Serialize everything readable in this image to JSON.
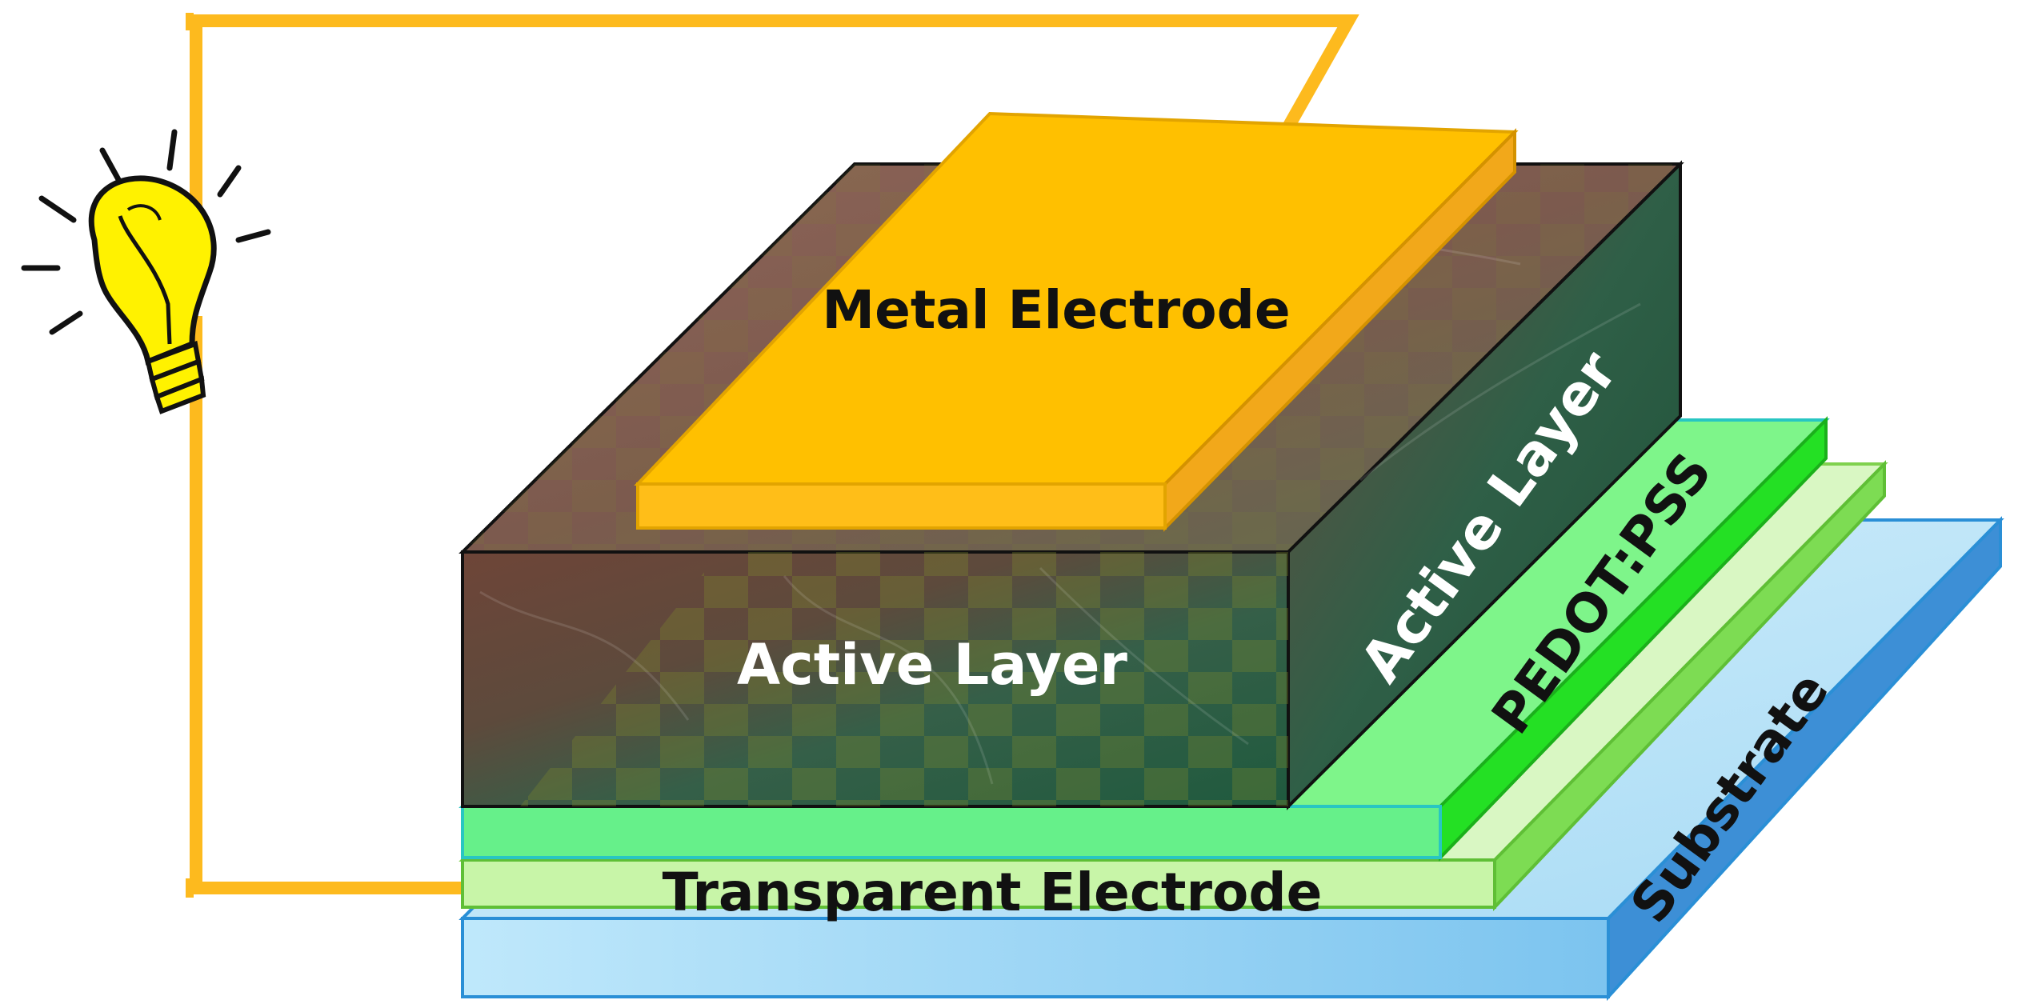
{
  "labels": {
    "metal_electrode": "Metal Electrode",
    "active_layer_front": "Active Layer",
    "active_layer_side": "Active Layer",
    "pedot_pss": "PEDOT:PSS",
    "transparent_electrode": "Transparent Electrode",
    "substrate": "Substrate"
  },
  "icons": {
    "bulb": "light-bulb-icon"
  },
  "colors": {
    "wire": "#FDBA1E",
    "metal_electrode": "#FFC000",
    "active_layer_brown": "#7A5046",
    "active_layer_green": "#2E6B4E",
    "pedot_pss": "#24E024",
    "transparent_electrode": "#C8F5A8",
    "substrate": "#9AD8F7",
    "bulb": "#FFF200"
  }
}
